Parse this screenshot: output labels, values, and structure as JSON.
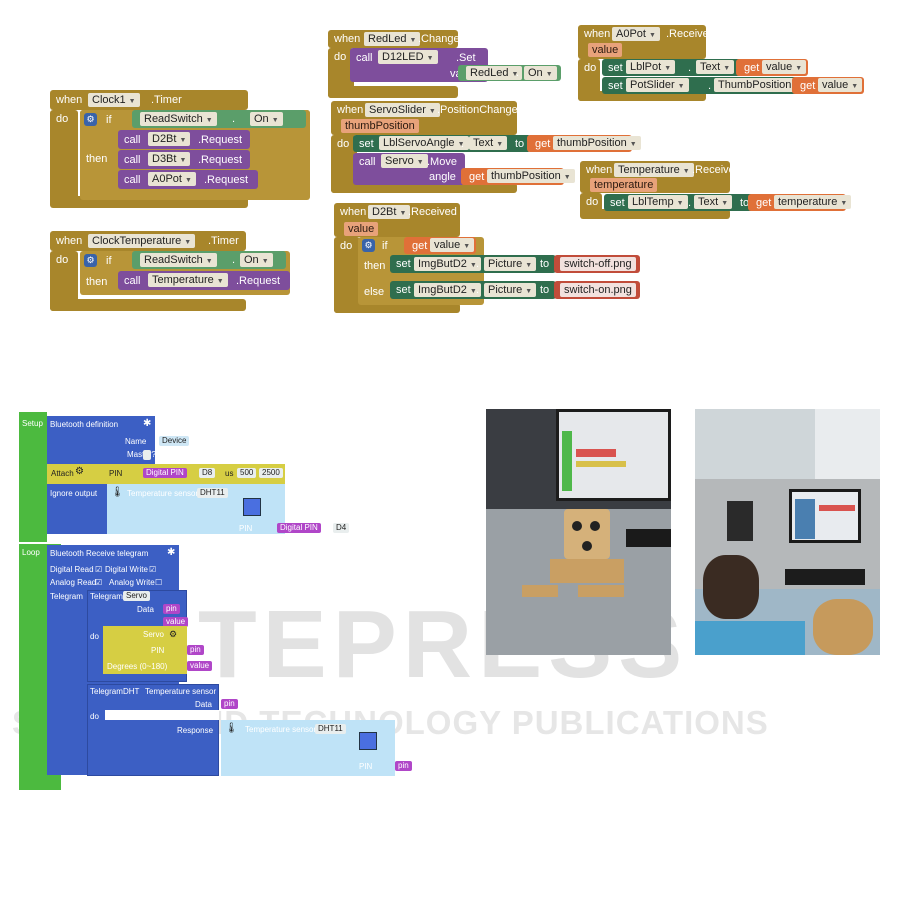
{
  "appinventor": {
    "clock1": {
      "when": "when",
      "component": "Clock1",
      "event": ".Timer",
      "do": "do",
      "if": "if",
      "then": "then",
      "cond_component": "ReadSwitch",
      "cond_prop": "On",
      "calls": [
        {
          "call": "call",
          "component": "D2Bt",
          "method": ".Request"
        },
        {
          "call": "call",
          "component": "D3Bt",
          "method": ".Request"
        },
        {
          "call": "call",
          "component": "A0Pot",
          "method": ".Request"
        }
      ]
    },
    "clock_temp": {
      "when": "when",
      "component": "ClockTemperature",
      "event": ".Timer",
      "do": "do",
      "if": "if",
      "then": "then",
      "cond_component": "ReadSwitch",
      "cond_prop": "On",
      "call": "call",
      "call_component": "Temperature",
      "call_method": ".Request"
    },
    "redled": {
      "when": "when",
      "component": "RedLed",
      "event": ".Changed",
      "do": "do",
      "call": "call",
      "call_component": "D12LED",
      "call_method": ".Set",
      "param": "value",
      "val_component": "RedLed",
      "val_prop": "On"
    },
    "servo": {
      "when": "when",
      "component": "ServoSlider",
      "event": ".PositionChanged",
      "param": "thumbPosition",
      "do": "do",
      "set": "set",
      "set_component": "LblServoAngle",
      "set_prop": "Text",
      "to": "to",
      "get": "get",
      "get_var": "thumbPosition",
      "call": "call",
      "call_component": "Servo",
      "call_method": ".Move",
      "angle": "angle"
    },
    "d2bt": {
      "when": "when",
      "component": "D2Bt",
      "event": ".Received",
      "param": "value",
      "do": "do",
      "if": "if",
      "get": "get",
      "get_var": "value",
      "then": "then",
      "else": "else",
      "set": "set",
      "set_component": "ImgButD2",
      "set_prop": "Picture",
      "to": "to",
      "then_val": "switch-off.png",
      "else_val": "switch-on.png"
    },
    "a0pot": {
      "when": "when",
      "component": "A0Pot",
      "event": ".Received",
      "param": "value",
      "do": "do",
      "set": "set",
      "rows": [
        {
          "component": "LblPot",
          "prop": "Text"
        },
        {
          "component": "PotSlider",
          "prop": "ThumbPosition"
        }
      ],
      "to": "to",
      "get": "get",
      "get_var": "value"
    },
    "temperature": {
      "when": "when",
      "component": "Temperature",
      "event": ".Received",
      "param": "temperature",
      "do": "do",
      "set": "set",
      "set_component": "LblTemp",
      "set_prop": "Text",
      "to": "to",
      "get": "get",
      "get_var": "temperature"
    }
  },
  "arduinoblocks": {
    "setup": "Setup",
    "loop": "Loop",
    "bt_def": "Bluetooth definition",
    "name_label": "Name",
    "name_value": "Device",
    "master_label": "Master?",
    "attach": "Attach",
    "pin": "PIN",
    "digital_pin": "Digital PIN",
    "pin_d8": "D8",
    "us": "us",
    "us_min": "500",
    "us_max": "2500",
    "ignore_output": "Ignore output",
    "temp_sensor": "Temperature sensor",
    "dht11": "DHT11",
    "pin_d4": "D4",
    "bt_receive": "Bluetooth Receive telegram",
    "digital_read": "Digital Read",
    "digital_write": "Digital Write",
    "analog_read": "Analog Read",
    "analog_write": "Analog Write",
    "telegram": "Telegram",
    "telegram_servo": "Telegram",
    "servo_sel": "Servo",
    "data": "Data",
    "pin_chip": "pin",
    "value_chip": "value",
    "do": "do",
    "servo": "Servo",
    "degrees": "Degrees (0~180)",
    "telegram_dht": "Telegram",
    "dht_label": "DHT",
    "temp_sensor2": "Temperature sensor",
    "response": "Response"
  },
  "watermark": {
    "line1": "SCITEPRESS",
    "line2": "SCIENCE AND TECHNOLOGY PUBLICATIONS"
  },
  "colors": {
    "event": "#a8862b",
    "procedure": "#7e4e9c",
    "component": "#2f6e4e",
    "logic": "#5b9e6a",
    "variable": "#e07038",
    "text": "#c14c3a",
    "ab_setup": "#4cba3f",
    "ab_block": "#3c5fc4",
    "ab_servo": "#d6ce43",
    "ab_sensor": "#bfe3f7",
    "ab_var": "#b046c8"
  }
}
